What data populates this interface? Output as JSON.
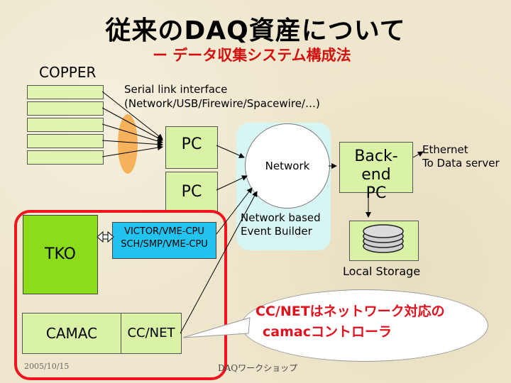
{
  "title": "従来のDAQ資産について",
  "subtitle": "ー データ収集システム構成法",
  "copper_label": "COPPER",
  "serial_link": {
    "line1": "Serial link interface",
    "line2": "(Network/USB/Firewire/Spacewire/…)"
  },
  "pc1": "PC",
  "pc2": "PC",
  "network": "Network",
  "backend": {
    "line1": "Back-end",
    "line2": "PC"
  },
  "ethernet": {
    "line1": "Ethernet",
    "line2": "To Data server"
  },
  "event_builder": {
    "line1": "Network based",
    "line2": "Event Builder"
  },
  "tko": "TKO",
  "victor": {
    "line1": "VICTOR/VME-CPU",
    "line2": "SCH/SMP/VME-CPU"
  },
  "camac": "CAMAC",
  "ccnet": "CC/NET",
  "local_storage": "Local Storage",
  "callout": {
    "line1": "CC/NETはネットワーク対応の",
    "line2": "camacコントローラ"
  },
  "date": "2005/10/15",
  "footer": "DAQワークショップ",
  "colors": {
    "title_red": "#d21010",
    "frame_red": "#f0141e",
    "module_green": "#d9f2a5",
    "tko_green": "#8ddc1a",
    "vme_blue": "#23c3ef",
    "network_cyan": "#d7f6f3",
    "serial_oval": "#f5b25a"
  }
}
